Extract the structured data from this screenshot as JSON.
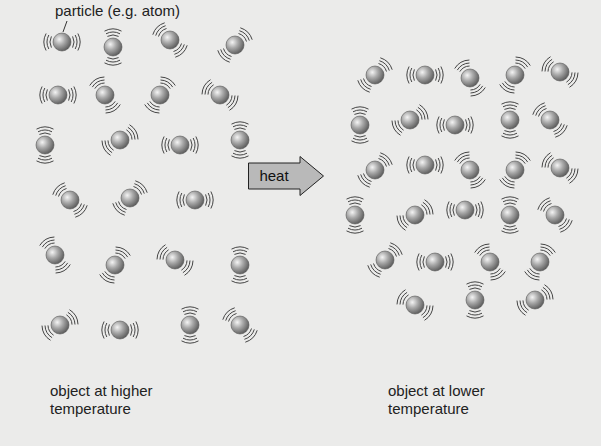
{
  "diagram": {
    "nodes": [
      {
        "text": [
          "heat"
        ]
      }
    ],
    "labels": [
      "particle (e.g. atom)",
      "object at higher temperature",
      "object at lower temperature"
    ]
  }
}
